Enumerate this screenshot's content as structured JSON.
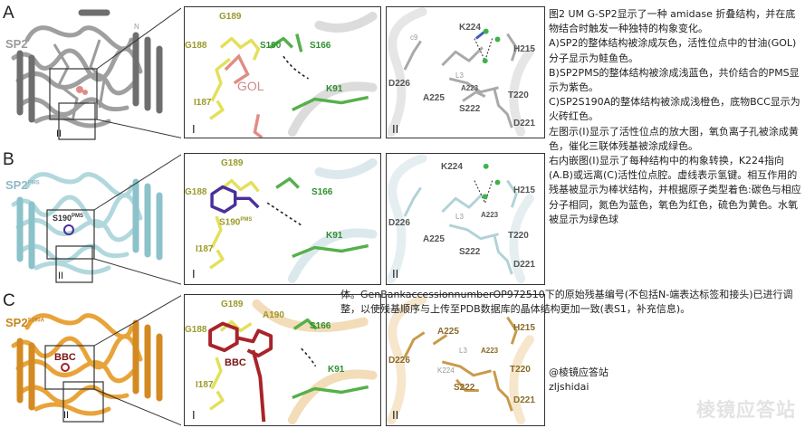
{
  "panels": [
    {
      "letter": "A",
      "protein": "SP2",
      "protein_sup": "",
      "ligand_overview": "",
      "ribbon_color": "#8f8f8f",
      "box_labels": [
        "I",
        "II"
      ],
      "inset1": {
        "labels": {
          "g188": "G188",
          "g189": "G189",
          "s190": "S190",
          "s166": "S166",
          "i187": "I187",
          "k91": "K91",
          "lig": "GOL"
        },
        "roman": "I"
      },
      "inset2": {
        "labels": {
          "c9": "c9",
          "k224": "K224",
          "h215": "H215",
          "d226": "D226",
          "l3": "L3",
          "a223": "A223",
          "t220": "T220",
          "a225": "A225",
          "s222": "S222",
          "d221": "D221"
        },
        "roman": "II"
      }
    },
    {
      "letter": "B",
      "protein": "SP2",
      "protein_sup": "PMS",
      "ligand_overview": "S190",
      "ligand_overview_sup": "PMS",
      "ribbon_color": "#a9d4da",
      "box_labels": [
        "I",
        "II"
      ],
      "inset1": {
        "labels": {
          "g188": "G188",
          "g189": "G189",
          "s190": "S190",
          "s190sup": "PMS",
          "s166": "S166",
          "i187": "I187",
          "k91": "K91"
        },
        "roman": "I"
      },
      "inset2": {
        "labels": {
          "k224": "K224",
          "h215": "H215",
          "d226": "D226",
          "l3": "L3",
          "a223": "A223",
          "t220": "T220",
          "a225": "A225",
          "s222": "S222",
          "d221": "D221"
        },
        "roman": "II"
      }
    },
    {
      "letter": "C",
      "protein": "SP2",
      "protein_sup": "S190A",
      "ligand_overview": "BBC",
      "ribbon_color": "#e8a33a",
      "box_labels": [
        "I",
        "II"
      ],
      "inset1": {
        "labels": {
          "g188": "G188",
          "g189": "G189",
          "a190": "A190",
          "s166": "S166",
          "i187": "I187",
          "k91": "K91",
          "lig": "BBC"
        },
        "roman": "I"
      },
      "inset2": {
        "labels": {
          "a225": "A225",
          "h215": "H215",
          "d226": "D226",
          "l3": "L3",
          "a223": "A223",
          "k224": "K224",
          "t220": "T220",
          "s222": "S222",
          "d221": "D221"
        },
        "roman": "II"
      }
    }
  ],
  "terminus_label": "N",
  "caption": {
    "lines": [
      "图2 UM G-SP2显示了一种 amidase 折叠结构，并在底物结合时触发一种独特的构象变化。",
      "A)SP2的整体结构被涂成灰色，活性位点中的甘油(GOL)分子显示为鲑鱼色。",
      "B)SP2PMS的整体结构被涂成浅蓝色，共价结合的PMS显示为紫色。",
      "C)SP2S190A的整体结构被涂成浅橙色，底物BCC显示为火砖红色。",
      "左图示(I)显示了活性位点的放大图，氧负离子孔被涂成黄色，催化三联体残基被涂成绿色。",
      "右内嵌图(I)显示了每种结构中的构象转换，K224指向(A.B)或远离(C)活性位点腔。虚线表示氢键。相互作用的残基被显示为棒状结构，并根据原子类型着色:碳色与相应分子相同，氮色为蓝色，氧色为红色，硫色为黄色。水氧被显示为绿色球"
    ],
    "continuation": "体。GenBankaccessionnumberOP972510下的原始残基编号(不包括N-端表达标签和接头)已进行调整，以使残基顺序与上传至PDB数据库的晶体结构更加一致(表S1，补充信息)。",
    "source_line1": "@棱镜应答站",
    "source_line2": "zljshidai"
  },
  "watermark": "棱镜应答站",
  "colors": {
    "yellow_residue": "#e3e05a",
    "green_residue": "#55b04a",
    "gol": "#e08c86",
    "pms": "#4b2f9a",
    "bbc": "#a8242a",
    "water": "#3fb24a",
    "hbond": "#222222"
  }
}
